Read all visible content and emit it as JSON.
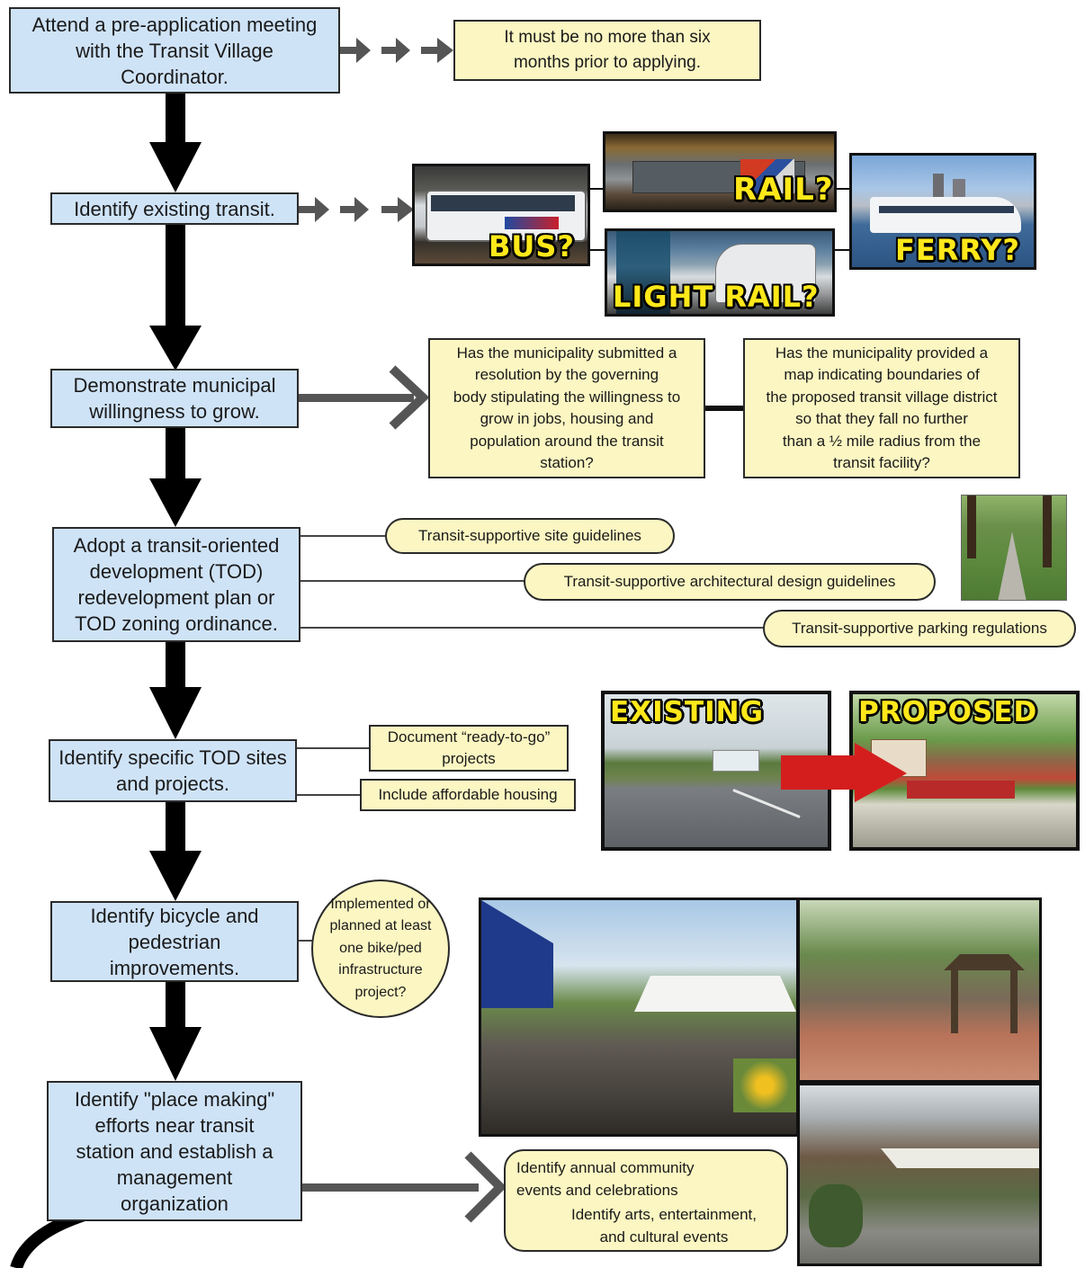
{
  "steps": [
    "Attend a pre-application meeting\nwith the Transit Village\nCoordinator.",
    "Identify existing transit.",
    "Demonstrate municipal\nwillingness to grow.",
    "Adopt a transit-oriented\ndevelopment (TOD)\nredevelopment plan or\nTOD zoning ordinance.",
    "Identify specific TOD sites\nand projects.",
    "Identify bicycle and\npedestrian\nimprovements.",
    "Identify \"place making\"\nefforts near transit\nstation and establish a\nmanagement\norganization"
  ],
  "notes": {
    "pre_app": "It must be no more than six\nmonths prior to applying.",
    "resolution": "Has the municipality submitted a\nresolution by the governing\nbody stipulating the willingness to\ngrow in jobs, housing and\npopulation around the transit\nstation?",
    "map": "Has the municipality provided a\nmap indicating boundaries of\nthe proposed transit village district\nso that they fall no further\nthan a ½ mile radius from the\ntransit facility?",
    "site_guidelines": "Transit-supportive site guidelines",
    "arch_guidelines": "Transit-supportive architectural design guidelines",
    "parking": "Transit-supportive parking regulations",
    "ready_to_go": "Document “ready-to-go”\nprojects",
    "affordable": "Include affordable housing",
    "bike_ped": "Implemented or\nplanned at least\none bike/ped\ninfrastructure\nproject?",
    "annual_events": "Identify annual community\nevents and celebrations",
    "arts_events": "Identify arts, entertainment,\nand cultural events"
  },
  "photo_labels": {
    "bus": "BUS?",
    "rail": "RAIL?",
    "ferry": "FERRY?",
    "light_rail": "LIGHT RAIL?",
    "existing": "EXISTING",
    "proposed": "PROPOSED"
  },
  "colors": {
    "step_fill": "#cfe3f7",
    "note_fill": "#fbf6c2",
    "label_yellow": "#ffe81a",
    "arrow_red": "#d41e1e"
  }
}
